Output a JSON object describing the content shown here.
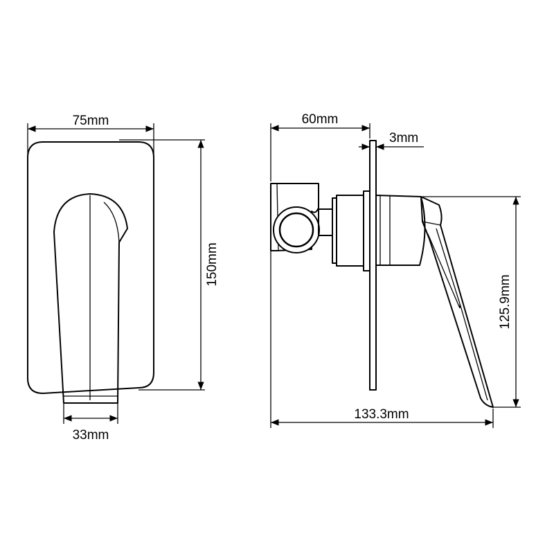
{
  "front_view": {
    "width_label": "75mm",
    "height_label": "150mm",
    "handle_width_label": "33mm"
  },
  "side_view": {
    "depth_label": "60mm",
    "plate_thickness_label": "3mm",
    "lever_height_label": "125.9mm",
    "total_depth_label": "133.3mm"
  },
  "colors": {
    "line": "#000000",
    "background": "#ffffff"
  }
}
